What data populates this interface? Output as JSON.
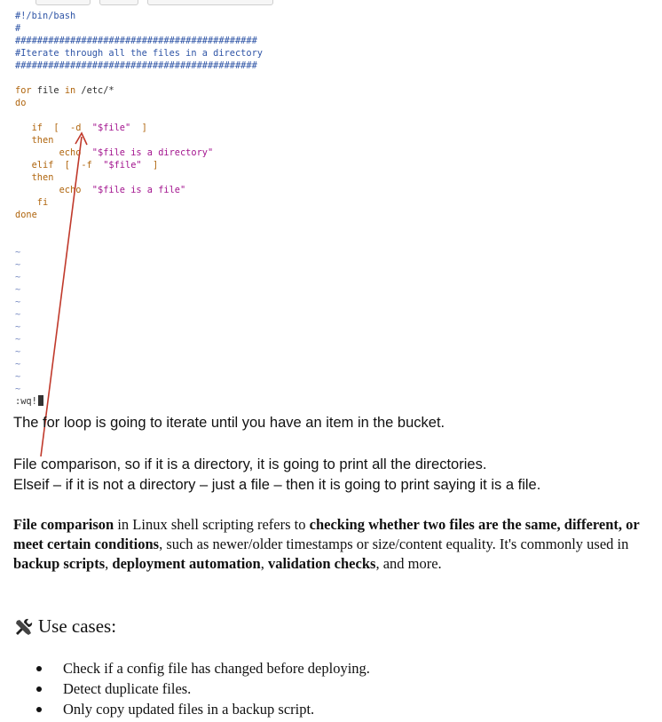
{
  "editor": {
    "lines": [
      [
        {
          "t": "#!/bin/bash",
          "c": "cmt"
        }
      ],
      [
        {
          "t": "#",
          "c": "cmt"
        }
      ],
      [
        {
          "t": "############################################",
          "c": "cmt"
        }
      ],
      [
        {
          "t": "#Iterate through all the files in a directory",
          "c": "cmt"
        }
      ],
      [
        {
          "t": "############################################",
          "c": "cmt"
        }
      ],
      [],
      [
        {
          "t": "for",
          "c": "kw"
        },
        {
          "t": " file ",
          "c": "plain"
        },
        {
          "t": "in",
          "c": "kw"
        },
        {
          "t": " /etc/*",
          "c": "plain"
        }
      ],
      [
        {
          "t": "do",
          "c": "kw"
        }
      ],
      [],
      [
        {
          "t": "   if  [  -d  ",
          "c": "kw"
        },
        {
          "t": "\"$file\"",
          "c": "str"
        },
        {
          "t": "  ]",
          "c": "kw"
        }
      ],
      [
        {
          "t": "   then",
          "c": "kw"
        }
      ],
      [
        {
          "t": "        echo  ",
          "c": "kw"
        },
        {
          "t": "\"$file is a directory\"",
          "c": "str"
        }
      ],
      [
        {
          "t": "   elif  [  -f  ",
          "c": "kw"
        },
        {
          "t": "\"$file\"",
          "c": "str"
        },
        {
          "t": "  ]",
          "c": "kw"
        }
      ],
      [
        {
          "t": "   then",
          "c": "kw"
        }
      ],
      [
        {
          "t": "        echo  ",
          "c": "kw"
        },
        {
          "t": "\"$file is a file\"",
          "c": "str"
        }
      ],
      [
        {
          "t": "    fi",
          "c": "kw"
        }
      ],
      [
        {
          "t": "done",
          "c": "kw"
        }
      ],
      [],
      [],
      [
        {
          "t": "~",
          "c": "tilde"
        }
      ],
      [
        {
          "t": "~",
          "c": "tilde"
        }
      ],
      [
        {
          "t": "~",
          "c": "tilde"
        }
      ],
      [
        {
          "t": "~",
          "c": "tilde"
        }
      ],
      [
        {
          "t": "~",
          "c": "tilde"
        }
      ],
      [
        {
          "t": "~",
          "c": "tilde"
        }
      ],
      [
        {
          "t": "~",
          "c": "tilde"
        }
      ],
      [
        {
          "t": "~",
          "c": "tilde"
        }
      ],
      [
        {
          "t": "~",
          "c": "tilde"
        }
      ],
      [
        {
          "t": "~",
          "c": "tilde"
        }
      ],
      [
        {
          "t": "~",
          "c": "tilde"
        }
      ],
      [
        {
          "t": "~",
          "c": "tilde"
        }
      ],
      [
        {
          "t": ":wq!",
          "c": "cmd"
        }
      ]
    ],
    "arrow_color": "#c0392b"
  },
  "notes": {
    "line1": "The for loop is going to iterate until you have an item in the bucket.",
    "line2": "File comparison, so if it is a directory, it is going to print all the directories.",
    "line3": "Elseif – if it is not a directory – just a file – then it is going to print saying it is a file."
  },
  "doc": {
    "p1_a": "File comparison",
    "p1_b": " in Linux shell scripting refers to ",
    "p1_c": "checking whether two files are the same, different, or meet certain conditions",
    "p1_d": ", such as newer/older timestamps or size/content equality. It's commonly used in ",
    "p1_e": "backup scripts",
    "p1_f": ", ",
    "p1_g": "deployment automation",
    "p1_h": ", ",
    "p1_i": "validation checks",
    "p1_j": ", and more.",
    "heading_icon": "tools-icon",
    "heading": "Use cases:",
    "bullets": [
      "Check if a config file has changed before deploying.",
      "Detect duplicate files.",
      "Only copy updated files in a backup script."
    ]
  }
}
